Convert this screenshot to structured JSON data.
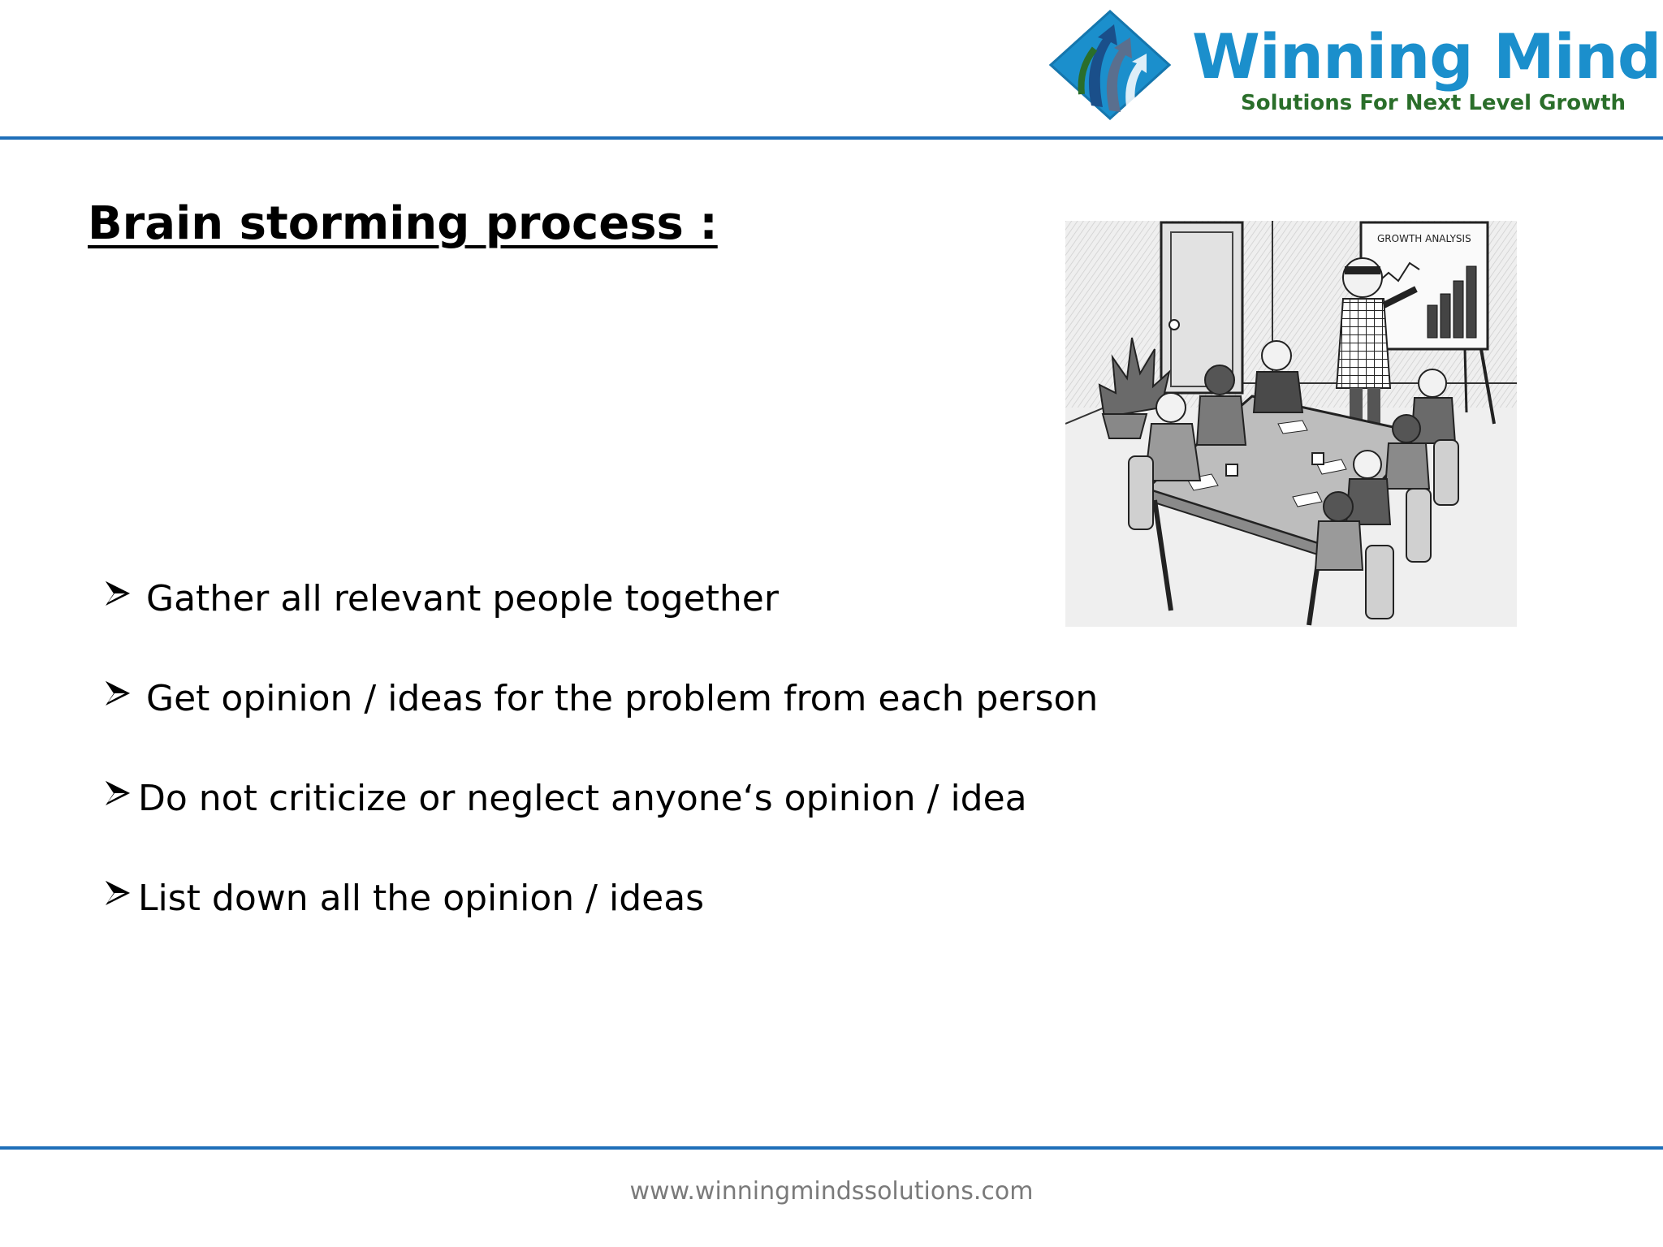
{
  "logo": {
    "name": "Winning Minds",
    "tagline": "Solutions For Next Level Growth",
    "colors": {
      "blue": "#1b8fcc",
      "green": "#2a6e2a",
      "dark_blue": "#1a4f8a"
    }
  },
  "slide": {
    "title": "Brain storming  process :",
    "illustration": {
      "chart_caption": "GROWTH ANALYSIS"
    },
    "bullets": [
      {
        "text": "Gather all relevant people together"
      },
      {
        "text": "Get opinion / ideas  for the problem from each person"
      },
      {
        "text": "Do not criticize or neglect anyone‘s opinion / idea"
      },
      {
        "text": "List down all the opinion / ideas"
      }
    ]
  },
  "footer": {
    "url": "www.winningmindssolutions.com"
  },
  "theme": {
    "rule_color": "#1f6fb9"
  }
}
